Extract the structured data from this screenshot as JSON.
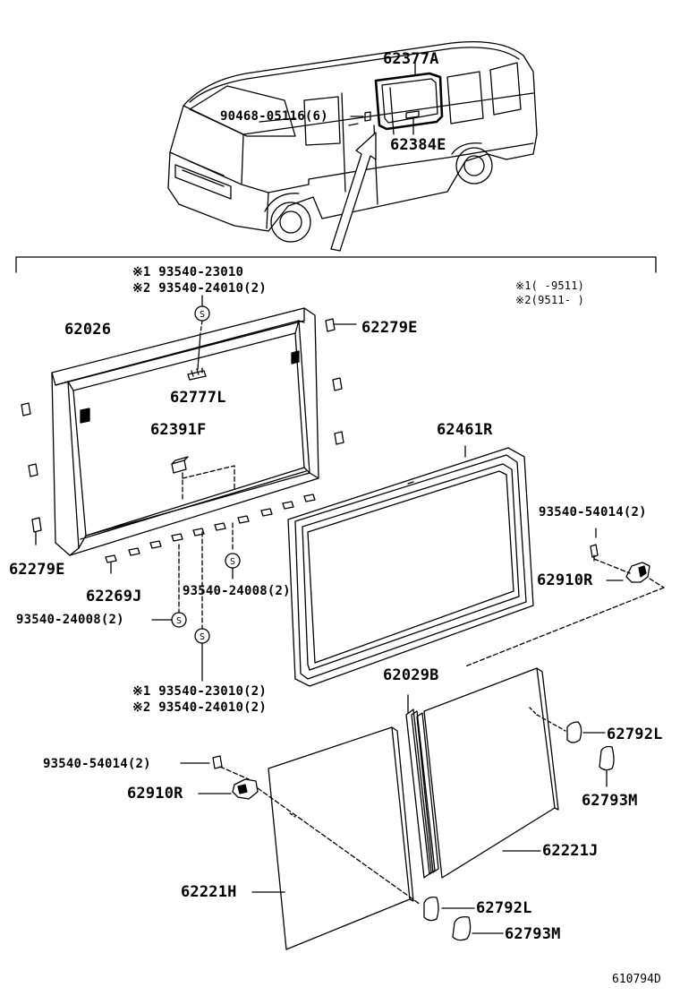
{
  "diagram": {
    "reference_code": "610794D",
    "notes": {
      "note1": "※1(     -9511)",
      "note2": "※2(9511-     )"
    },
    "parts": {
      "p62377A": "62377A",
      "p90468": "90468-05116(6)",
      "p62384E": "62384E",
      "p93540_23010_top": "※1 93540-23010",
      "p93540_24010_top": "※2 93540-24010(2)",
      "p62026": "62026",
      "p62279E_top": "62279E",
      "p62777L": "62777L",
      "p62391F": "62391F",
      "p62461R": "62461R",
      "p93540_54014_right": "93540-54014(2)",
      "p62279E_left": "62279E",
      "p62910R_right": "62910R",
      "p62269J": "62269J",
      "p93540_24008_mid": "93540-24008(2)",
      "p93540_24008_left": "93540-24008(2)",
      "p62029B": "62029B",
      "p93540_23010_bot": "※1 93540-23010(2)",
      "p93540_24010_bot": "※2 93540-24010(2)",
      "p62792L_right": "62792L",
      "p62793M_right": "62793M",
      "p93540_54014_left": "93540-54014(2)",
      "p62910R_left": "62910R",
      "p62221J": "62221J",
      "p62221H": "62221H",
      "p62792L_bot": "62792L",
      "p62793M_bot": "62793M"
    }
  }
}
